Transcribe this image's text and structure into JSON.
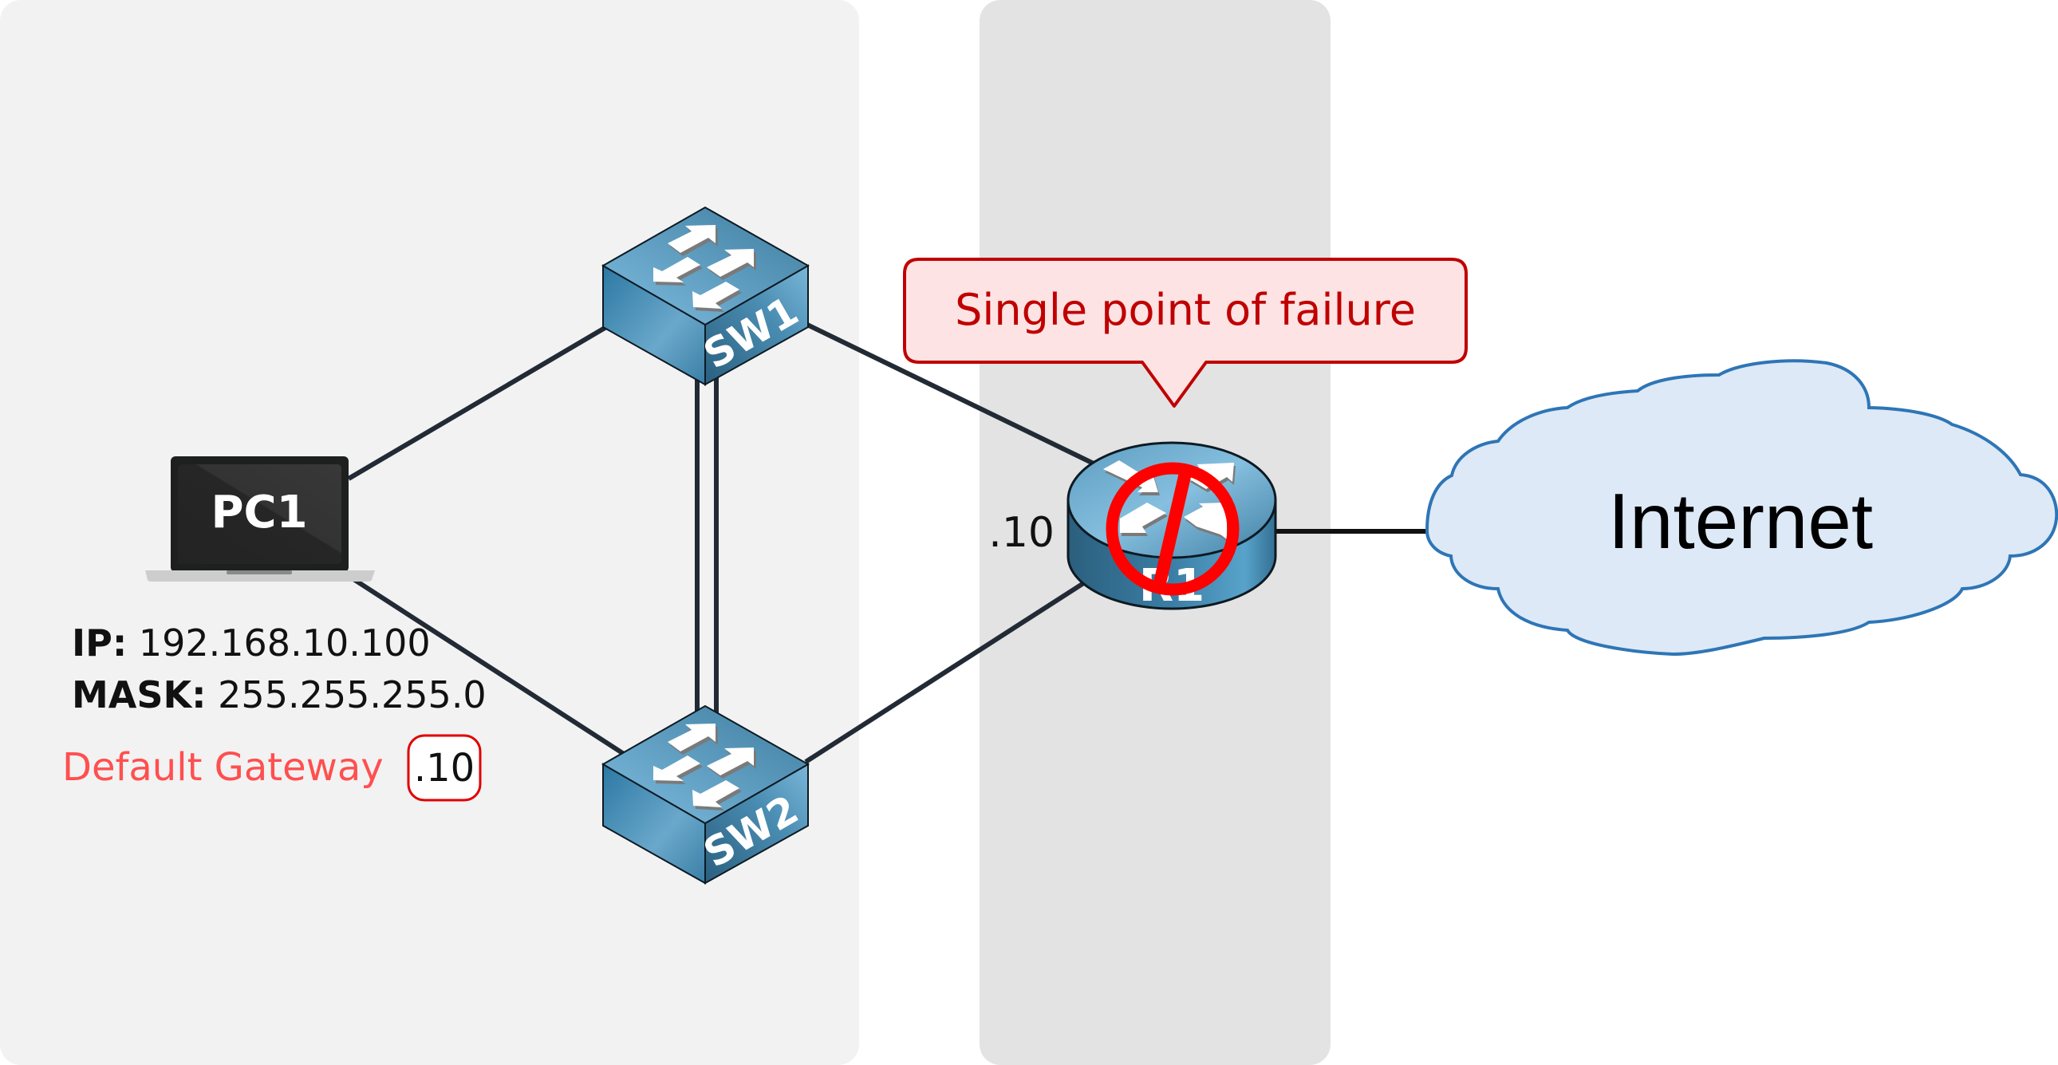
{
  "diagram": {
    "zones": [
      {
        "id": "lan-zone",
        "fill": "#f2f2f2"
      },
      {
        "id": "gateway-zone",
        "fill": "#e3e3e3"
      }
    ],
    "devices": {
      "pc1": {
        "label": "PC1",
        "type": "laptop"
      },
      "sw1": {
        "label": "SW1",
        "type": "switch"
      },
      "sw2": {
        "label": "SW2",
        "type": "switch"
      },
      "r1": {
        "label": "R1",
        "type": "router",
        "status": "failed",
        "status_icon": "prohibited-icon"
      },
      "internet": {
        "label": "Internet",
        "type": "cloud"
      }
    },
    "links": [
      {
        "from": "PC1",
        "to": "SW1"
      },
      {
        "from": "PC1",
        "to": "SW2"
      },
      {
        "from": "SW1",
        "to": "SW2",
        "count": 2
      },
      {
        "from": "SW1",
        "to": "R1"
      },
      {
        "from": "SW2",
        "to": "R1"
      },
      {
        "from": "R1",
        "to": "Internet"
      }
    ],
    "pc1_config": {
      "ip_label": "IP:",
      "ip_value": " 192.168.10.100",
      "mask_label": "MASK:",
      "mask_value": " 255.255.255.0",
      "gateway_label": "Default Gateway",
      "gateway_value": ".10"
    },
    "r1_interface_addr": ".10",
    "callout": {
      "text": "Single point of failure",
      "color": "#c00000",
      "fill": "#fde3e4"
    },
    "colors": {
      "link": "#222a35",
      "device_blue": "#4a8db3",
      "cloud_fill": "#dde9f6",
      "cloud_stroke": "#2e75b6",
      "failure_red": "#ff0000",
      "gateway_text": "#ff4f4f"
    }
  }
}
